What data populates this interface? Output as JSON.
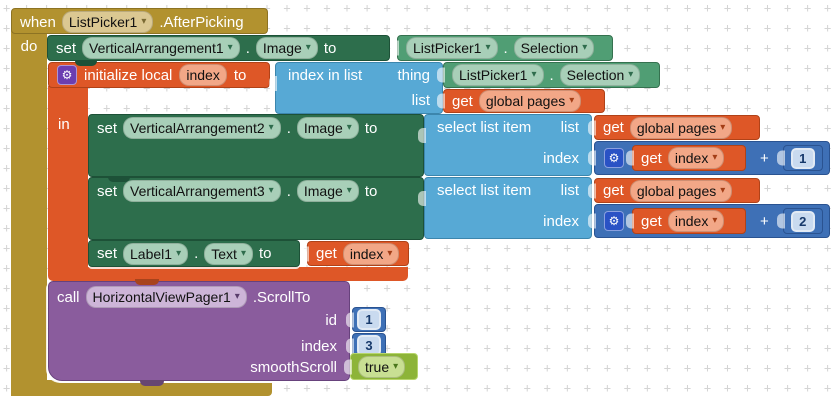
{
  "icons": {
    "dropdown": "▾",
    "gear": "⚙"
  },
  "colors": {
    "event_gold": "#B2922F",
    "setter_green": "#2D6E4C",
    "getter_green": "#509E74",
    "variable_orange": "#DE5727",
    "list_blue": "#57A9D5",
    "math_blue": "#3E70B6",
    "procedure_purple": "#8A5C9D",
    "logic_green": "#8DB438"
  },
  "event": {
    "kw": "when",
    "component": "ListPicker1",
    "event_name": ".AfterPicking",
    "do_label": "do"
  },
  "set_va1": {
    "kw": "set",
    "component": "VerticalArrangement1",
    "dot": ".",
    "property": "Image",
    "to": "to"
  },
  "getter_selection_1": {
    "component": "ListPicker1",
    "dot": ".",
    "property": "Selection"
  },
  "init_local": {
    "label": "initialize local",
    "variable": "index",
    "to": "to",
    "in_label": "in"
  },
  "index_in_list": {
    "label": "index in list",
    "thing_label": "thing",
    "list_label": "list"
  },
  "getter_selection_2": {
    "component": "ListPicker1",
    "dot": ".",
    "property": "Selection"
  },
  "get_pages_1": {
    "kw": "get",
    "variable": "global pages"
  },
  "set_va2": {
    "kw": "set",
    "component": "VerticalArrangement2",
    "dot": ".",
    "property": "Image",
    "to": "to"
  },
  "select_item_1": {
    "label": "select list item",
    "list_label": "list",
    "index_label": "index"
  },
  "get_pages_2": {
    "kw": "get",
    "variable": "global pages"
  },
  "math_1": {
    "get_kw": "get",
    "variable": "index",
    "operator": "+",
    "operand": "1"
  },
  "set_va3": {
    "kw": "set",
    "component": "VerticalArrangement3",
    "dot": ".",
    "property": "Image",
    "to": "to"
  },
  "select_item_2": {
    "label": "select list item",
    "list_label": "list",
    "index_label": "index"
  },
  "get_pages_3": {
    "kw": "get",
    "variable": "global pages"
  },
  "math_2": {
    "get_kw": "get",
    "variable": "index",
    "operator": "+",
    "operand": "2"
  },
  "set_label1": {
    "kw": "set",
    "component": "Label1",
    "dot": ".",
    "property": "Text",
    "to": "to"
  },
  "get_index": {
    "kw": "get",
    "variable": "index"
  },
  "call": {
    "kw": "call",
    "component": "HorizontalViewPager1",
    "method": ".ScrollTo",
    "param_id": "id",
    "param_index": "index",
    "param_smooth": "smoothScroll",
    "id_value": "1",
    "index_value": "3",
    "smooth_value": "true"
  }
}
